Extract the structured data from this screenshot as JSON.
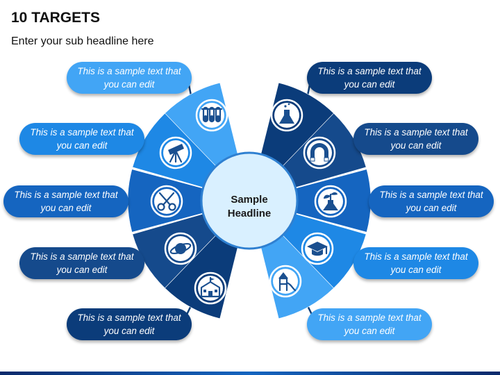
{
  "title": "10 TARGETS",
  "subtitle": "Enter your sub headline here",
  "center": {
    "line1": "Sample",
    "line2": "Headline"
  },
  "colors": {
    "light": "#42a5f5",
    "mid": "#1e88e5",
    "dark": "#1565c0",
    "navy": "#0d47a1",
    "deep": "#0b3c7a",
    "navy2": "#154a8c",
    "center_fill": "#d9f0ff",
    "center_stroke": "#2f80d1"
  },
  "items": [
    {
      "text": "This is a sample text that you can edit",
      "icon": "test-tubes-icon"
    },
    {
      "text": "This is a sample text that you can edit",
      "icon": "telescope-icon"
    },
    {
      "text": "This is a sample text that you can edit",
      "icon": "scissors-icon"
    },
    {
      "text": "This is a sample text that you can edit",
      "icon": "planet-icon"
    },
    {
      "text": "This is a sample text that you can edit",
      "icon": "school-icon"
    },
    {
      "text": "This is a sample text that you can edit",
      "icon": "flask-icon"
    },
    {
      "text": "This is a sample text that you can edit",
      "icon": "magnet-icon"
    },
    {
      "text": "This is a sample text that you can edit",
      "icon": "plant-flask-icon"
    },
    {
      "text": "This is a sample text that you can edit",
      "icon": "graduation-cap-icon"
    },
    {
      "text": "This is a sample text that you can edit",
      "icon": "playground-icon"
    }
  ]
}
